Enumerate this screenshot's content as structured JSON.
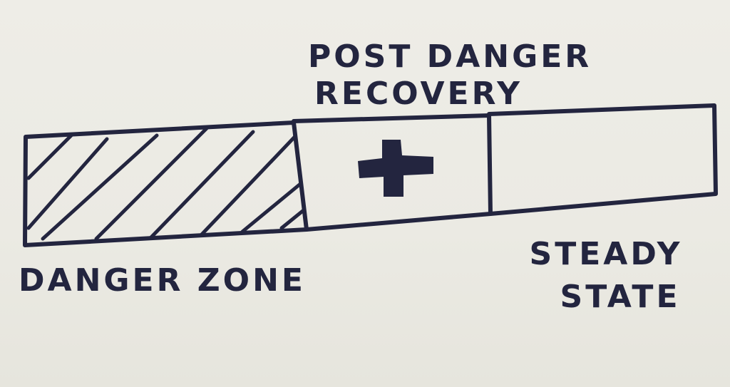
{
  "diagram": {
    "ink_color": "#23253f",
    "paper_color": "#ecebe4",
    "zones": [
      {
        "id": "danger",
        "label": "DANGER ZONE",
        "fill": "hatched"
      },
      {
        "id": "recovery",
        "label_lines": [
          "POST DANGER",
          "RECOVERY"
        ],
        "icon": "plus-icon"
      },
      {
        "id": "steady",
        "label_lines": [
          "STEADY",
          "STATE"
        ]
      }
    ]
  }
}
